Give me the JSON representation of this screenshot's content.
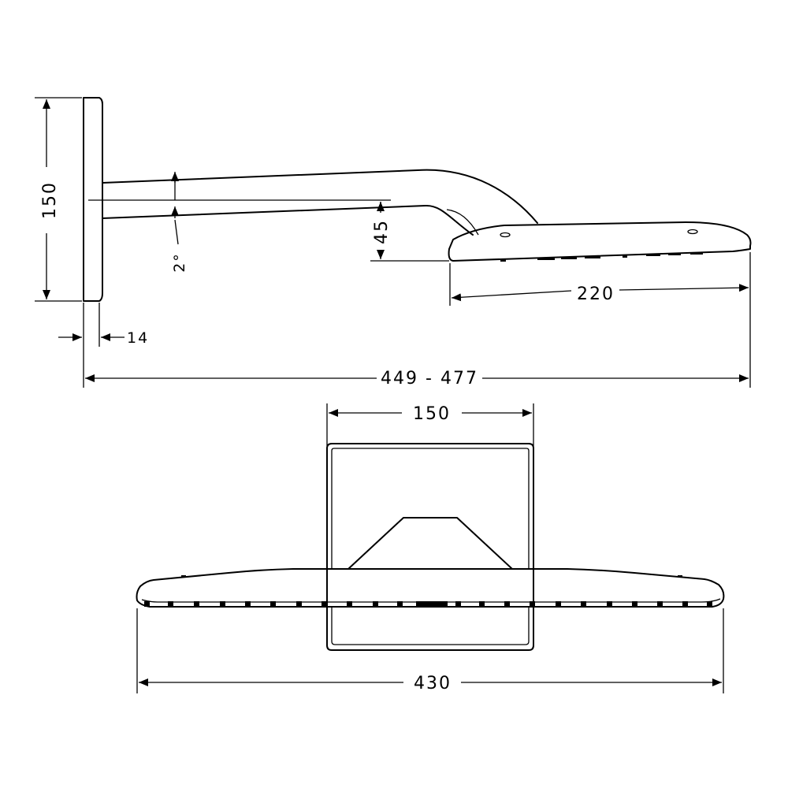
{
  "dimensions": {
    "wall_plate_height": "150",
    "wall_plate_depth": "14",
    "head_offset": "45",
    "arm_angle": "2°",
    "head_depth": "220",
    "total_projection": "449 - 477",
    "plate_width": "150",
    "head_width": "430"
  }
}
